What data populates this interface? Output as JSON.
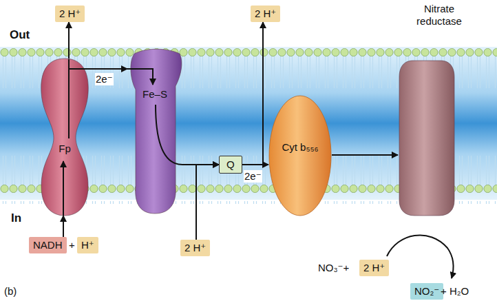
{
  "diagram": {
    "nodes": [
      {
        "text": [
          "2 H⁺"
        ]
      },
      {
        "text": [
          "2 H⁺"
        ]
      },
      {
        "text": [
          "Fp"
        ]
      },
      {
        "text": [
          "Fe–S"
        ]
      },
      {
        "text": [
          "Q"
        ]
      },
      {
        "text": [
          "Cyt b₅₅₆"
        ]
      },
      {
        "text": [
          "Nitrate reductase"
        ]
      },
      {
        "text": [
          "NADH"
        ]
      },
      {
        "text": [
          "H⁺"
        ]
      },
      {
        "text": [
          "2 H⁺"
        ]
      },
      {
        "text": [
          "2 H⁺"
        ]
      },
      {
        "text": [
          "NO₂⁻"
        ]
      }
    ],
    "edges": [
      {
        "from": 7,
        "to": 2,
        "arrow": "to"
      },
      {
        "from": 2,
        "to": 0,
        "arrow": "to"
      },
      {
        "from": 2,
        "to": 3,
        "label": "2e⁻",
        "arrow": "to"
      },
      {
        "from": 3,
        "to": 4,
        "arrow": "to"
      },
      {
        "from": 9,
        "to": 4,
        "arrow": "to"
      },
      {
        "from": 4,
        "to": 1,
        "arrow": "to"
      },
      {
        "from": 4,
        "to": 5,
        "label": "2e⁻",
        "arrow": "to"
      },
      {
        "from": 5,
        "to": 6,
        "arrow": "to"
      }
    ],
    "labels": [
      "Out",
      "In",
      "+",
      "NO₃⁻+",
      "+ H₂O",
      "(b)"
    ]
  }
}
